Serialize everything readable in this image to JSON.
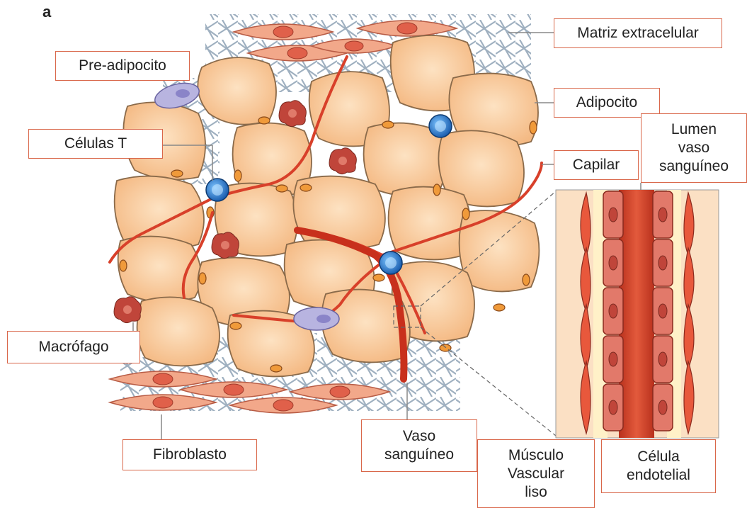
{
  "panel_letter": "a",
  "labels": {
    "matriz": "Matriz extracelular",
    "preadipocito": "Pre-adipocito",
    "adipocito": "Adipocito",
    "celulas_t": "Células T",
    "lumen": "Lumen\nvaso\nsanguíneo",
    "capilar": "Capilar",
    "macrofago": "Macrófago",
    "fibroblasto": "Fibroblasto",
    "vaso": "Vaso\nsanguíneo",
    "musculo": "Músculo\nVascular\nliso",
    "celula_endotelial": "Célula\nendotelial"
  },
  "colors": {
    "label_border": "#d9674a",
    "adipocyte_fill": "#f7c99a",
    "adipocyte_stroke": "#8a6a4a",
    "vessel": "#d8402a",
    "ecm": "#9fb0c0",
    "fibroblast": "#f2a88a",
    "macrophage": "#c0453a",
    "t_cell": "#2a7fd0",
    "preadipocyte": "#b8b4e0"
  }
}
